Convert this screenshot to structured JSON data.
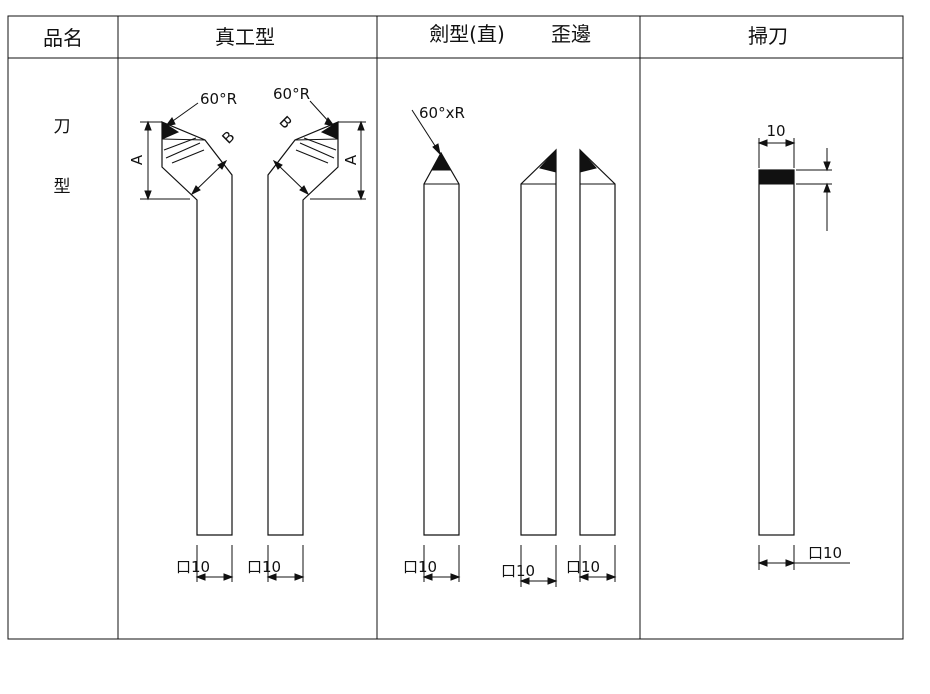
{
  "table": {
    "headers": {
      "name": "品名",
      "straight": "真工型",
      "sword": "劍型(直)",
      "offset": "歪邊",
      "broom": "掃刀"
    },
    "row_label": {
      "char1": "刀",
      "char2": "型"
    }
  },
  "straight_tool": {
    "left_angle": "60°R",
    "right_angle": "60°R",
    "dim_a_left": "A",
    "dim_b_left": "B",
    "dim_a_right": "A",
    "dim_b_right": "B",
    "size_left": "口10",
    "size_right": "口10"
  },
  "sword_tool": {
    "angle": "60°xR",
    "size_straight": "口10",
    "size_offset_left": "口10",
    "size_offset_right": "口10"
  },
  "broom_tool": {
    "width": "10",
    "size": "口10"
  }
}
